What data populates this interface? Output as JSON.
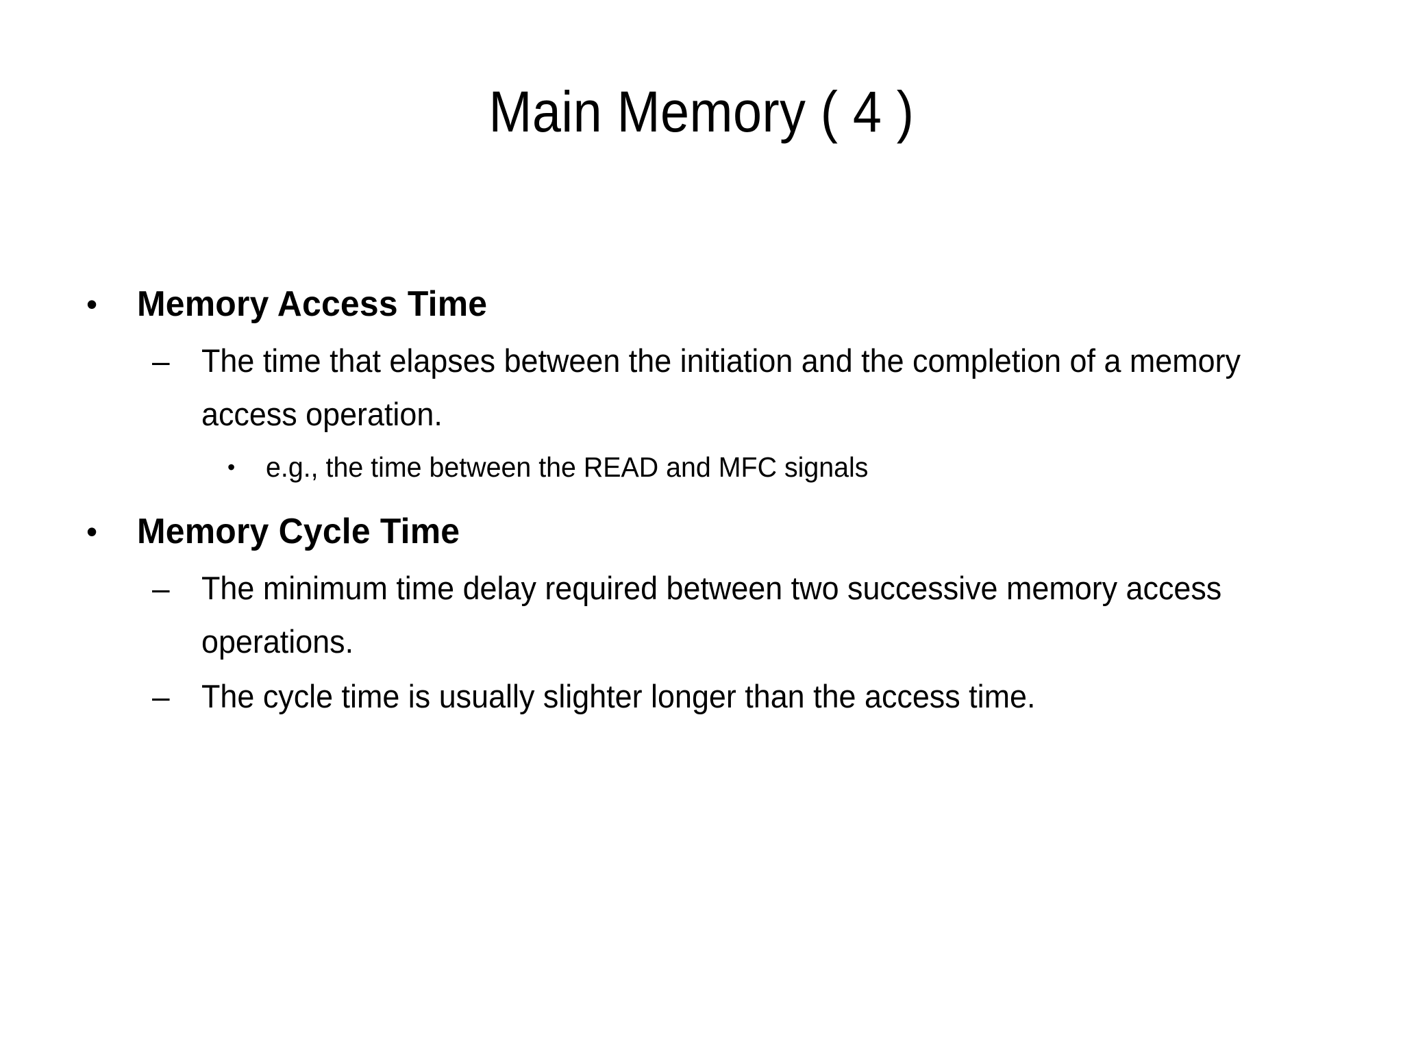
{
  "slide": {
    "background_color": "#ffffff",
    "text_color": "#000000",
    "title": "Main Memory ( 4 )"
  },
  "markers": {
    "level1": "•",
    "level2": "–",
    "level3": "•"
  },
  "body": {
    "items": [
      {
        "level": 1,
        "marker": "•",
        "text": "Memory Access Time",
        "bold": true
      },
      {
        "level": 2,
        "marker": "–",
        "text": "The time that elapses between the initiation and the completion of a memory access operation.",
        "bold": false
      },
      {
        "level": 3,
        "marker": "•",
        "text": "e.g., the time between the READ and MFC signals",
        "bold": false
      },
      {
        "level": 1,
        "marker": "•",
        "text": "Memory Cycle Time",
        "bold": true
      },
      {
        "level": 2,
        "marker": "–",
        "text": "The minimum time delay required between two successive memory access operations.",
        "bold": false
      },
      {
        "level": 2,
        "marker": "–",
        "text": "The cycle time is usually slighter longer than the access time.",
        "bold": false
      }
    ]
  }
}
